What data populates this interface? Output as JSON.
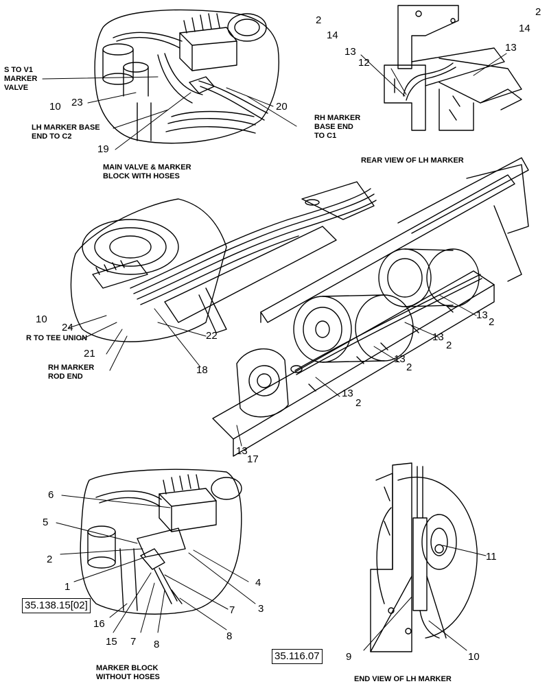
{
  "views": {
    "main_valve": {
      "caption": "MAIN VALVE & MARKER\nBLOCK WITH HOSES"
    },
    "rear_lh": {
      "caption": "REAR VIEW OF LH MARKER"
    },
    "marker_block": {
      "caption": "MARKER BLOCK\nWITHOUT HOSES"
    },
    "end_lh": {
      "caption": "END VIEW OF LH MARKER"
    }
  },
  "labels": {
    "s_to_v1": "S TO V1\nMARKER\nVALVE",
    "lh_base": "LH MARKER BASE\nEND TO C2",
    "rh_base": "RH MARKER\nBASE END\nTO C1",
    "r_tee": "R TO TEE UNION",
    "rh_rod": "RH MARKER\nROD END"
  },
  "refs": {
    "ref1": "35.138.15[02]",
    "ref2": "35.116.07"
  },
  "callouts": {
    "top_10": "10",
    "top_23": "23",
    "top_19": "19",
    "top_20": "20",
    "rv_2": "2",
    "rv_14": "14",
    "rv_13": "13",
    "rv_12": "12",
    "rv_2b": "2",
    "rv_14b": "14",
    "rv_13b": "13",
    "m_10": "10",
    "m_24": "24",
    "m_22": "22",
    "m_21": "21",
    "m_18": "18",
    "m_13a": "13",
    "m_2a": "2",
    "m_13b": "13",
    "m_2b": "2",
    "m_13c": "13",
    "m_2c": "2",
    "m_13d": "13",
    "m_2d": "2",
    "m_13e": "13",
    "m_17": "17",
    "b_6": "6",
    "b_5": "5",
    "b_2": "2",
    "b_1": "1",
    "b_16": "16",
    "b_15": "15",
    "b_7a": "7",
    "b_8a": "8",
    "b_4": "4",
    "b_3": "3",
    "b_7b": "7",
    "b_8b": "8",
    "e_11": "11",
    "e_9": "9",
    "e_10": "10"
  }
}
